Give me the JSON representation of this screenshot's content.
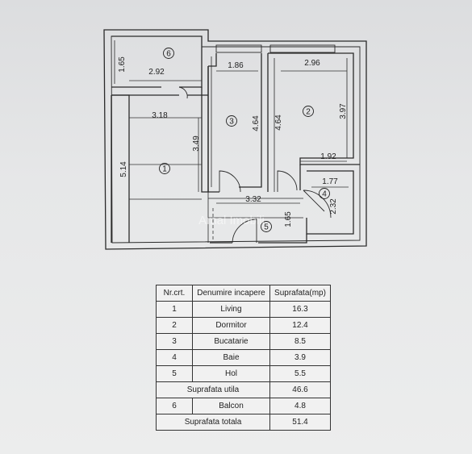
{
  "plan": {
    "dimensions": {
      "d6_height": "1.65",
      "d6_width": "2.92",
      "d3_width": "1.86",
      "d2_width": "2.96",
      "d1_width": "3.18",
      "d3_height": "4.64",
      "d2_left_height": "4.64",
      "d2_height": "3.97",
      "d1_inner_height": "3.49",
      "d1_height": "5.14",
      "d2_bottom": "1.92",
      "d4_width": "1.77",
      "d4_height": "2.32",
      "d5_width": "3.32",
      "d5_height": "1.65"
    },
    "markers": {
      "m1": "1",
      "m2": "2",
      "m3": "3",
      "m4": "4",
      "m5": "5",
      "m6": "6"
    },
    "watermark": "Amal Imobili"
  },
  "table": {
    "headers": [
      "Nr.crt.",
      "Denumire incapere",
      "Suprafata(mp)"
    ],
    "rows": [
      {
        "nr": "1",
        "name": "Living",
        "area": "16.3"
      },
      {
        "nr": "2",
        "name": "Dormitor",
        "area": "12.4"
      },
      {
        "nr": "3",
        "name": "Bucatarie",
        "area": "8.5"
      },
      {
        "nr": "4",
        "name": "Baie",
        "area": "3.9"
      },
      {
        "nr": "5",
        "name": "Hol",
        "area": "5.5"
      }
    ],
    "util_label": "Suprafata utila",
    "util_value": "46.6",
    "balcon": {
      "nr": "6",
      "name": "Balcon",
      "area": "4.8"
    },
    "total_label": "Suprafata totala",
    "total_value": "51.4"
  }
}
